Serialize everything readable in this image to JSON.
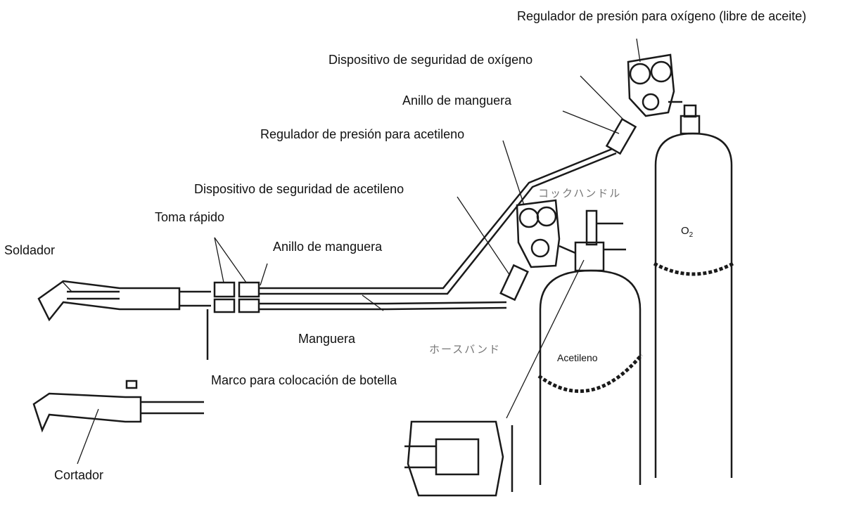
{
  "labels": {
    "oxygen_regulator": "Regulador de presión para oxígeno (libre de aceite)",
    "oxygen_safety_device": "Dispositivo de seguridad de oxígeno",
    "hose_ring_oxygen": "Anillo de manguera",
    "acetylene_regulator": "Regulador de presión para acetileno",
    "acetylene_safety_device": "Dispositivo de seguridad de acetileno",
    "quick_coupler": "Toma rápido",
    "welder": "Soldador",
    "hose_ring_acetylene": "Anillo de manguera",
    "hose": "Manguera",
    "bottle_frame": "Marco para colocación de botella",
    "cutter": "Cortador",
    "acetylene_cylinder": "Acetileno",
    "oxygen_cylinder_main": "O",
    "oxygen_cylinder_sub": "2",
    "cock_handle_jp": "コックハンドル",
    "hose_band_jp": "ホースバンド"
  }
}
